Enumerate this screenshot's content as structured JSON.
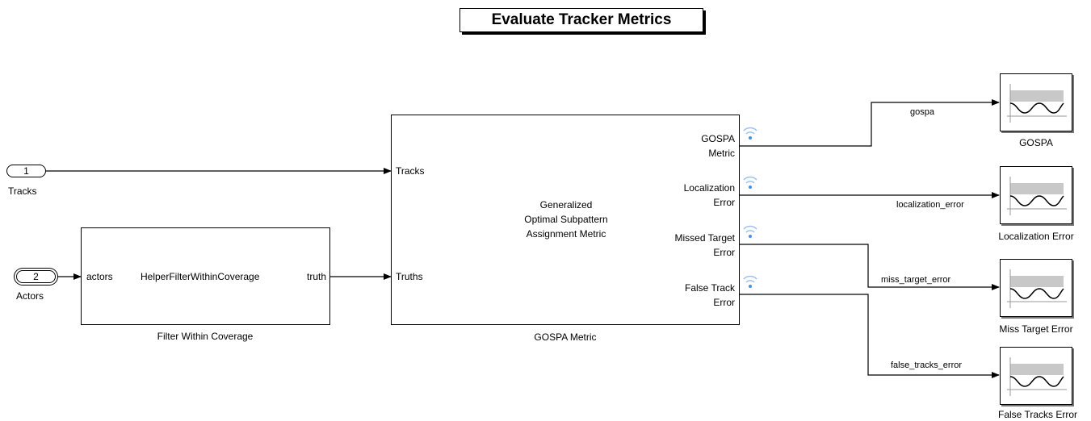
{
  "title": "Evaluate Tracker Metrics",
  "inports": [
    {
      "number": "1",
      "label": "Tracks"
    },
    {
      "number": "2",
      "label": "Actors"
    }
  ],
  "filter_block": {
    "input": "actors",
    "name": "HelperFilterWithinCoverage",
    "output": "truth",
    "caption": "Filter Within Coverage"
  },
  "gospa_block": {
    "inputs": [
      "Tracks",
      "Truths"
    ],
    "description": [
      "Generalized",
      "Optimal Subpattern",
      "Assignment Metric"
    ],
    "outputs": [
      [
        "GOSPA",
        "Metric"
      ],
      [
        "Localization",
        "Error"
      ],
      [
        "Missed Target",
        "Error"
      ],
      [
        "False Track",
        "Error"
      ]
    ],
    "caption": "GOSPA Metric",
    "logging_icon": "signal-logging-icon"
  },
  "signals": [
    "gospa",
    "localization_error",
    "miss_target_error",
    "false_tracks_error"
  ],
  "scopes": [
    {
      "caption": "GOSPA",
      "icon": "scope-icon"
    },
    {
      "caption": "Localization Error",
      "icon": "scope-icon"
    },
    {
      "caption": "Miss Target Error",
      "icon": "scope-icon"
    },
    {
      "caption": "False Tracks Error",
      "icon": "scope-icon"
    }
  ],
  "colors": {
    "logging_icon": "#4a90e2",
    "scope_band": "#c8c8c8"
  }
}
